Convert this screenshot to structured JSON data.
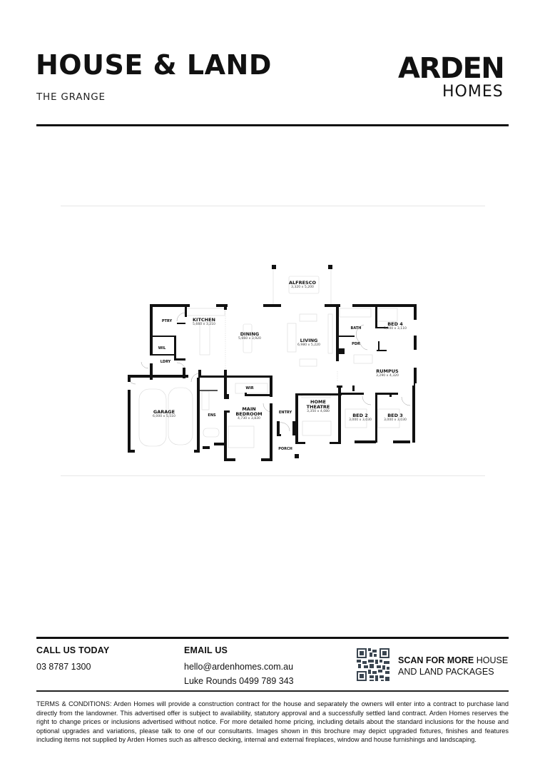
{
  "header": {
    "title": "HOUSE & LAND",
    "subtitle": "THE GRANGE",
    "brand_main": "ARDEN",
    "brand_sub": "HOMES"
  },
  "floorplan": {
    "rooms": [
      {
        "id": "alfresco",
        "label": "ALFRESCO",
        "dims": "3,320 x 5,200"
      },
      {
        "id": "kitchen",
        "label": "KITCHEN",
        "dims": "5,660 x 3,210"
      },
      {
        "id": "ptry",
        "label": "PTRY",
        "dims": ""
      },
      {
        "id": "wil",
        "label": "WIL",
        "dims": ""
      },
      {
        "id": "ldry",
        "label": "LDRY",
        "dims": ""
      },
      {
        "id": "dining",
        "label": "DINING",
        "dims": "5,660 x 3,920"
      },
      {
        "id": "living",
        "label": "LIVING",
        "dims": "6,980 x 5,220"
      },
      {
        "id": "bath",
        "label": "BATH",
        "dims": ""
      },
      {
        "id": "pdr",
        "label": "PDR",
        "dims": ""
      },
      {
        "id": "bed4",
        "label": "BED 4",
        "dims": "3,000 x 3,110"
      },
      {
        "id": "rumpus",
        "label": "RUMPUS",
        "dims": "3,290 x 4,320"
      },
      {
        "id": "garage",
        "label": "GARAGE",
        "dims": "6,000 x 5,510"
      },
      {
        "id": "ens",
        "label": "ENS",
        "dims": ""
      },
      {
        "id": "wir",
        "label": "WIR",
        "dims": ""
      },
      {
        "id": "main_bedroom_1",
        "label": "MAIN",
        "dims": ""
      },
      {
        "id": "main_bedroom_2",
        "label": "BEDROOM",
        "dims": "4,730 x 3,830"
      },
      {
        "id": "entry",
        "label": "ENTRY",
        "dims": ""
      },
      {
        "id": "porch",
        "label": "PORCH",
        "dims": ""
      },
      {
        "id": "home_theatre_1",
        "label": "HOME",
        "dims": ""
      },
      {
        "id": "home_theatre_2",
        "label": "THEATRE",
        "dims": "3,350 x 4,080"
      },
      {
        "id": "bed2",
        "label": "BED 2",
        "dims": "3,000 x 3,030"
      },
      {
        "id": "bed3",
        "label": "BED 3",
        "dims": "3,000 x 3,030"
      }
    ]
  },
  "footer": {
    "call": {
      "heading": "CALL US TODAY",
      "phone": "03 8787 1300"
    },
    "email": {
      "heading": "EMAIL US",
      "address": "hello@ardenhomes.com.au",
      "contact": "Luke Rounds 0499 789 343"
    },
    "scan": {
      "bold": "SCAN FOR MORE",
      "rest": " HOUSE AND LAND PACKAGES",
      "qr_icon": "qr-code-icon"
    },
    "terms": "TERMS & CONDITIONS: Arden Homes will provide a construction contract for the house and separately the owners will enter into a contract to purchase land directly from the landowner. This advertised offer is subject to availability, statutory approval and a successfully settled land contract. Arden Homes reserves the right to change prices or inclusions advertised without notice. For more detailed home pricing, including details about the standard inclusions for the house and optional upgrades and variations, please talk to one of our consultants. Images shown in this brochure may depict upgraded fixtures, finishes and features including items not supplied by Arden Homes such as alfresco decking, internal and external fireplaces, window and house furnishings and landscaping."
  },
  "colors": {
    "ink": "#111111",
    "rule_light": "#e6e6e6",
    "qr": "#3a4550"
  }
}
